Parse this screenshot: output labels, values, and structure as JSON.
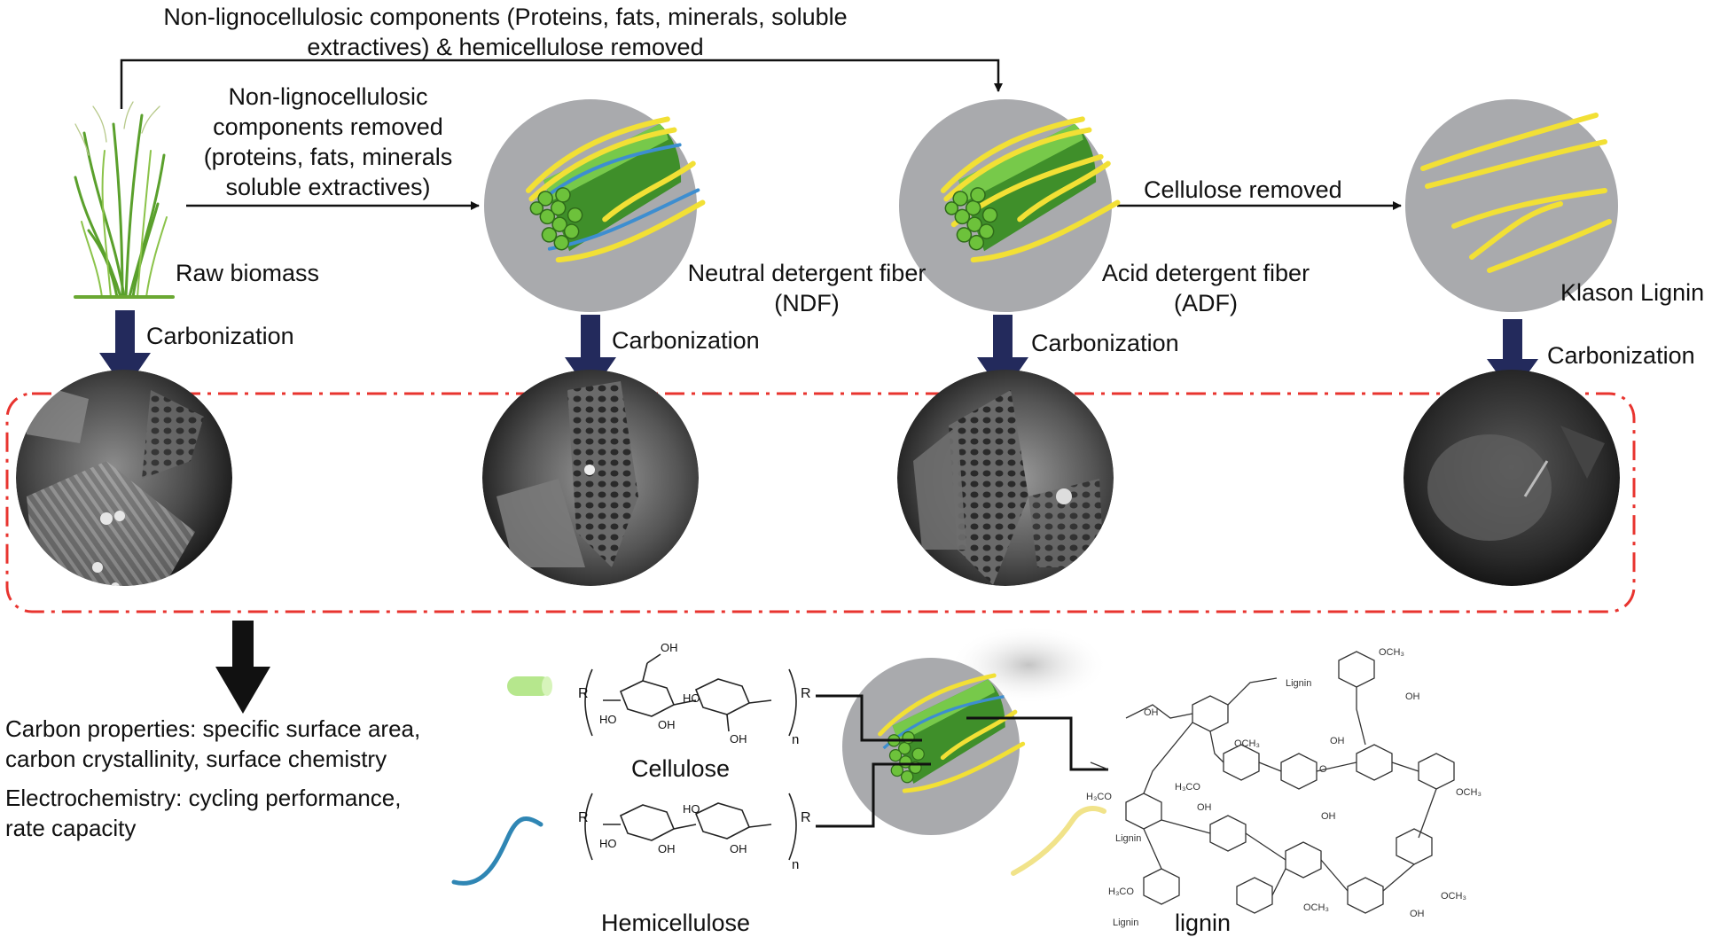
{
  "top_path_label": [
    "Non-lignocellulosic components (Proteins, fats, minerals, soluble",
    "extractives) & hemicellulose removed"
  ],
  "step1_label": [
    "Non-lignocellulosic",
    "components removed",
    "(proteins, fats, minerals",
    "soluble extractives)"
  ],
  "step2_label": "Cellulose removed",
  "stages": [
    {
      "name": "Raw biomass",
      "name2": ""
    },
    {
      "name": "Neutral detergent fiber",
      "name2": "(NDF)"
    },
    {
      "name": "Acid detergent fiber",
      "name2": "(ADF)"
    },
    {
      "name": "Klason Lignin",
      "name2": ""
    }
  ],
  "carbonization_label": "Carbonization",
  "properties": [
    "Carbon properties: specific surface area,",
    "carbon crystallinity, surface chemistry",
    "Electrochemistry: cycling performance,",
    "rate capacity"
  ],
  "structures": {
    "cellulose": "Cellulose",
    "hemicellulose": "Hemicellulose",
    "lignin": "lignin",
    "R": "R",
    "n": "n",
    "OH": "OH",
    "HO": "HO",
    "O": "O",
    "OCH3": "OCH₃",
    "H3CO": "H₃CO",
    "lignin_tag": "Lignin"
  },
  "colors": {
    "arrow": "#232a5c",
    "dash_box": "#e8342f",
    "disc": "#a9aaad",
    "fiber_green": "#6dc23b",
    "fiber_yellow": "#f2e035",
    "fiber_blue": "#3d8ed0",
    "hemi_strand": "#2f86b4",
    "lignin_strand": "#f1e38a"
  }
}
